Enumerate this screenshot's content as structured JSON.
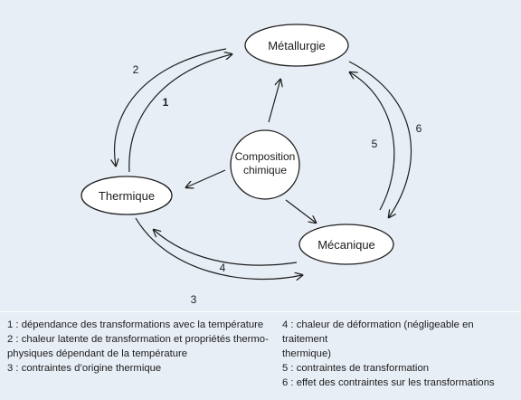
{
  "nodes": {
    "metallurgie": "Métallurgie",
    "thermique": "Thermique",
    "mecanique": "Mécanique",
    "composition_line1": "Composition",
    "composition_line2": "chimique"
  },
  "edge_labels": {
    "one": "1",
    "two": "2",
    "three": "3",
    "four": "4",
    "five": "5",
    "six": "6"
  },
  "legend": {
    "item1": "1 : dépendance des transformations avec la température",
    "item2_line1": "2 : chaleur latente de transformation et propriétés thermo-",
    "item2_line2": "physiques dépendant de la température",
    "item3": "3 : contraintes d’origine thermique",
    "item4_line1": "4 : chaleur de déformation (négligeable en traitement",
    "item4_line2": "thermique)",
    "item5": "5 : contraintes de transformation",
    "item6": "6 : effet des contraintes sur les transformations"
  },
  "colors": {
    "background": "#e8eef6",
    "stroke": "#1e1e1e"
  }
}
